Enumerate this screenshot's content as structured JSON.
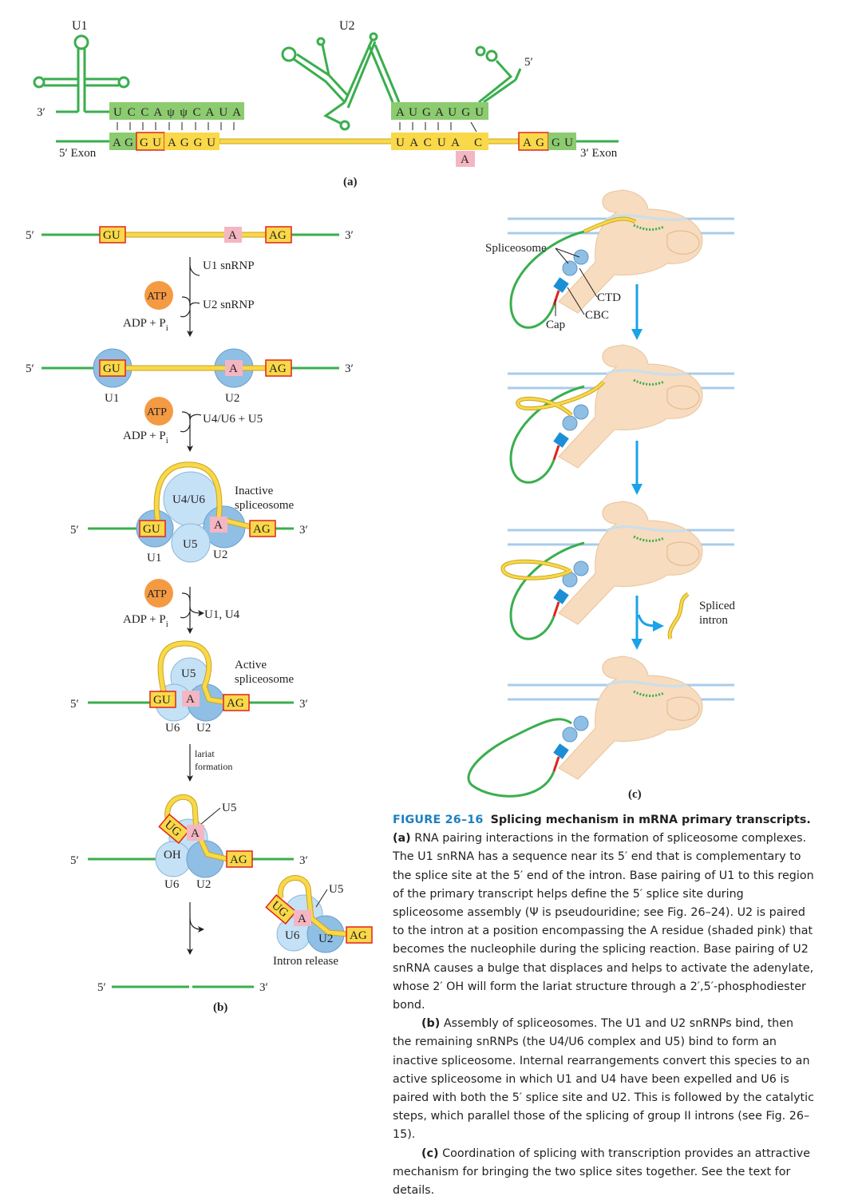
{
  "panel_a": {
    "label": "(a)",
    "u1_name": "U1",
    "u2_name": "U2",
    "u1_3prime": "3′",
    "u2_5prime": "5′",
    "u1_pairing_seq": "U C C A ψ ψ C A U A",
    "u2_pairing_seq": "A U G A U G U",
    "exon5_seq": "A G",
    "gu_seq": "G U",
    "after_gu_seq": "A G G U",
    "branch_seq": "U A C U A",
    "branch_c": "C",
    "branch_a": "A",
    "ag_seq": "A G",
    "exon3_seq": "G U",
    "exon5_label": "5′ Exon",
    "exon3_label": "3′ Exon"
  },
  "panel_b": {
    "label": "(b)",
    "five": "5′",
    "three": "3′",
    "gu": "GU",
    "a": "A",
    "ag": "AG",
    "ug": "UG",
    "oh": "OH",
    "atp": "ATP",
    "adp": "ADP + P",
    "pi_sub": "i",
    "step1_in": "U1 snRNP",
    "step2_in": "U2 snRNP",
    "step3_in": "U4/U6 + U5",
    "step4_out": "U1, U4",
    "step5_a": "lariat",
    "step5_b": "formation",
    "u1": "U1",
    "u2": "U2",
    "u4u6": "U4/U6",
    "u5": "U5",
    "u6": "U6",
    "inactive_a": "Inactive",
    "inactive_b": "spliceosome",
    "active_a": "Active",
    "active_b": "spliceosome",
    "intron_release": "Intron release"
  },
  "panel_c": {
    "label": "(c)",
    "spliceosome": "Spliceosome",
    "ctd": "CTD",
    "cbc": "CBC",
    "cap": "Cap",
    "spliced_a": "Spliced",
    "spliced_b": "intron"
  },
  "caption": {
    "fig_number": "FIGURE 26–16",
    "fig_title": "Splicing mechanism in mRNA primary transcripts.",
    "para_a_label": "(a)",
    "para_a": "RNA pairing interactions in the formation of spliceosome complexes. The U1 snRNA has a sequence near its 5′ end that is complementary to the splice site at the 5′ end of the intron. Base pairing of U1 to this region of the primary transcript helps define the 5′ splice site during spliceosome assembly (Ψ is pseudouridine; see Fig. 26–24). U2 is paired to the intron at a position encompassing the A residue (shaded pink) that becomes the nucleophile during the splicing reaction. Base pairing of U2 snRNA causes a bulge that displaces and helps to activate the adenylate, whose 2′ OH will form the lariat structure through a 2′,5′-phosphodiester bond.",
    "para_b_label": "(b)",
    "para_b": "Assembly of spliceosomes. The U1 and U2 snRNPs bind, then the remaining snRNPs (the U4/U6 complex and U5) bind to form an inactive spliceosome. Internal rearrangements convert this species to an active spliceosome in which U1 and U4 have been expelled and U6 is paired with both the 5′ splice site and U2. This is followed by the catalytic steps, which parallel those of the splicing of group II introns (see Fig. 26–15).",
    "para_c_label": "(c)",
    "para_c": "Coordination of splicing with transcription provides an attractive mechanism for bringing the two splice sites together. See the text for details."
  },
  "colors": {
    "exon_green": "#3aae4e",
    "intron_yellow": "#f9d849",
    "box_red": "#e2231a",
    "pink": "#f4b6c2",
    "snrnp_blue": "#8fbfe5",
    "snrnp_light": "#c4e1f6",
    "atp_orange": "#f49a43",
    "pol_body": "#f7dcbf",
    "dna_blue": "#a8cce9",
    "arrow_blue": "#1aa3e8",
    "cbc_blue": "#1b8fd6",
    "caption_blue": "#1d7fc1"
  }
}
